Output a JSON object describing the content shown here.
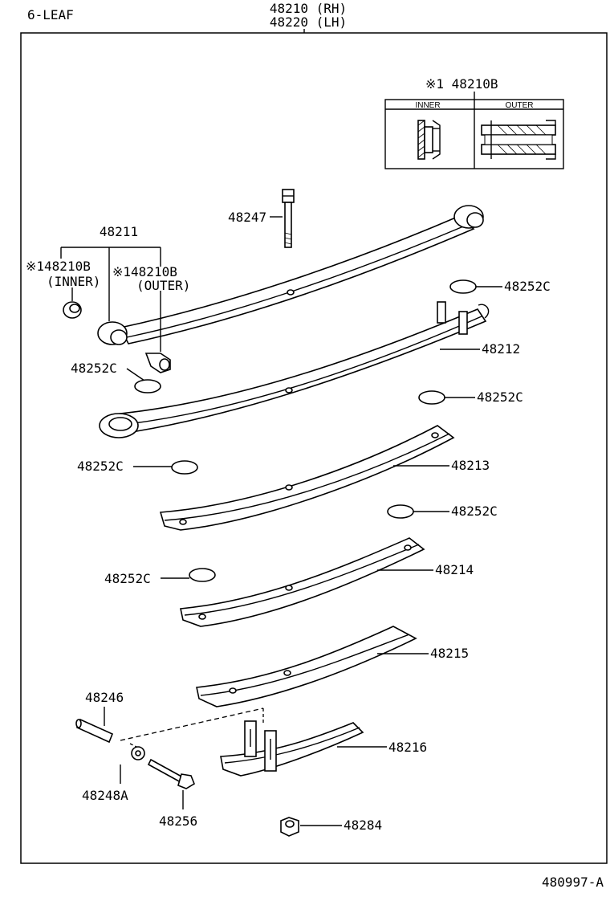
{
  "header": {
    "variant": "6-LEAF",
    "assembly_rh": "48210 (RH)",
    "assembly_lh": "48220 (LH)"
  },
  "inset": {
    "title": "※1 48210B",
    "col_inner": "INNER",
    "col_outer": "OUTER"
  },
  "labels": {
    "p48211": "48211",
    "bush_inner_no": "※148210B",
    "bush_inner_tag": "(INNER)",
    "bush_outer_no": "※148210B",
    "bush_outer_tag": "(OUTER)",
    "p48247": "48247",
    "p48252c_1": "48252C",
    "p48252c_2": "48252C",
    "p48212": "48212",
    "p48252c_3": "48252C",
    "p48252c_4": "48252C",
    "p48213": "48213",
    "p48252c_5": "48252C",
    "p48252c_6": "48252C",
    "p48214": "48214",
    "p48215": "48215",
    "p48246": "48246",
    "p48216": "48216",
    "p48248a": "48248A",
    "p48256": "48256",
    "p48284": "48284"
  },
  "footer": {
    "code": "480997-A"
  }
}
